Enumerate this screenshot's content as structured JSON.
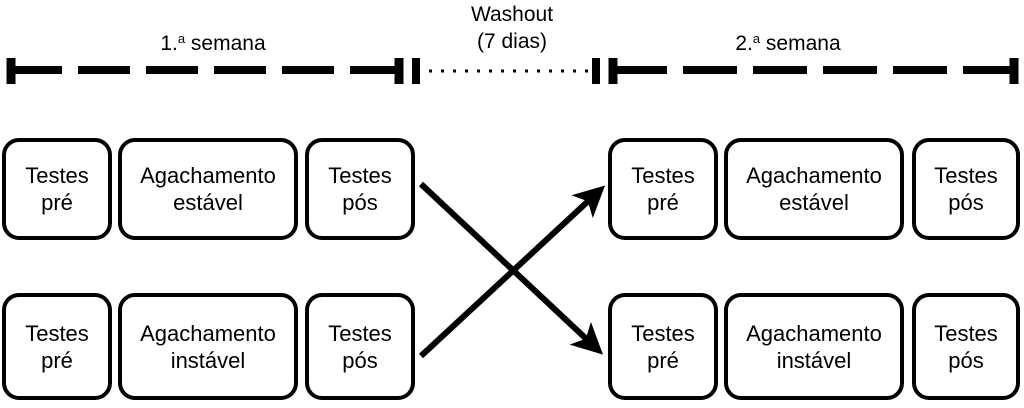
{
  "diagram": {
    "title": "Crossover study design timeline",
    "colors": {
      "line": "#000000",
      "background": "#ffffff",
      "box_border": "#000000",
      "box_fill": "#ffffff"
    },
    "timeline": {
      "week1": {
        "prefix": "1.",
        "ordinal": "a",
        "suffix": " semana",
        "full": "1.ª semana"
      },
      "washout": {
        "line1": "Washout",
        "line2": "(7 dias)",
        "days": 7
      },
      "week2": {
        "prefix": "2.",
        "ordinal": "a",
        "suffix": " semana",
        "full": "2.ª semana"
      }
    },
    "groups": {
      "period1": {
        "arm_stable": {
          "pre": {
            "line1": "Testes",
            "line2": "pré"
          },
          "intervention": {
            "line1": "Agachamento",
            "line2": "estável"
          },
          "post": {
            "line1": "Testes",
            "line2": "pós"
          }
        },
        "arm_unstable": {
          "pre": {
            "line1": "Testes",
            "line2": "pré"
          },
          "intervention": {
            "line1": "Agachamento",
            "line2": "instável"
          },
          "post": {
            "line1": "Testes",
            "line2": "pós"
          }
        }
      },
      "period2": {
        "arm_stable": {
          "pre": {
            "line1": "Testes",
            "line2": "pré"
          },
          "intervention": {
            "line1": "Agachamento",
            "line2": "estável"
          },
          "post": {
            "line1": "Testes",
            "line2": "pós"
          }
        },
        "arm_unstable": {
          "pre": {
            "line1": "Testes",
            "line2": "pré"
          },
          "intervention": {
            "line1": "Agachamento",
            "line2": "instável"
          },
          "post": {
            "line1": "Testes",
            "line2": "pós"
          }
        }
      }
    },
    "crossover_arrows": [
      {
        "name": "stable-to-unstable",
        "from": "period1-unstable-post",
        "to": "period2-unstable-pre"
      },
      {
        "name": "unstable-to-stable",
        "from": "period1-stable-post",
        "to": "period2-stable-pre"
      }
    ]
  }
}
